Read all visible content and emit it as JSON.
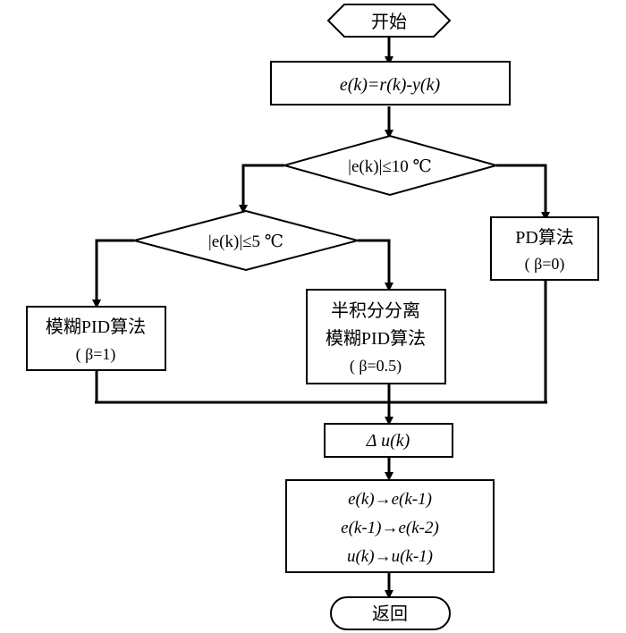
{
  "nodes": {
    "start": {
      "label": "开始"
    },
    "error": {
      "label": "e(k)=r(k)-y(k)"
    },
    "cond10": {
      "label": "|e(k)|≤10 ℃"
    },
    "pd": {
      "line1": "PD算法",
      "line2": "( β=0)"
    },
    "cond5": {
      "label": "|e(k)|≤5 ℃"
    },
    "fuzzy": {
      "line1": "模糊PID算法",
      "line2": "( β=1)"
    },
    "semi": {
      "line1": "半积分分离",
      "line2": "模糊PID算法",
      "line3": "( β=0.5)"
    },
    "delta": {
      "label": "Δ u(k)"
    },
    "update": {
      "line1": "e(k)→e(k-1)",
      "line2": "e(k-1)→e(k-2)",
      "line3": "u(k)→u(k-1)"
    },
    "end": {
      "label": "返回"
    }
  }
}
